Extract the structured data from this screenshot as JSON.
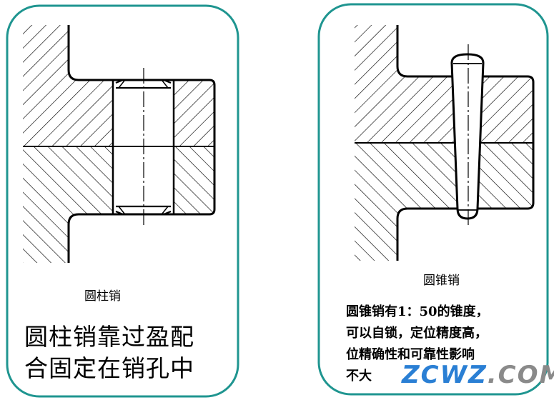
{
  "left_panel": {
    "caption": "圆柱销",
    "description_lines": [
      "圆柱销靠过盈配",
      "合固定在销孔中"
    ]
  },
  "right_panel": {
    "caption": "圆锥销",
    "description_lines": [
      "圆锥销有1：50的锥度，",
      "可以自锁，定位精度高，",
      "位精确性和可靠性影响",
      "不大"
    ]
  },
  "watermark": {
    "main": "ZCWZ",
    "suffix": ".COM",
    "main_color": "#2a7fd4",
    "suffix_color": "#8a8a8a"
  },
  "colors": {
    "border": "#1f9590"
  }
}
